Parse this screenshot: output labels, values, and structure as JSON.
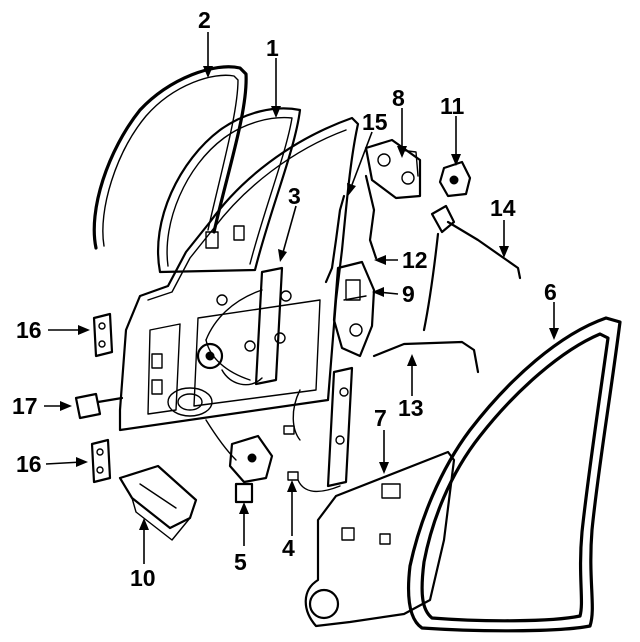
{
  "callouts": [
    {
      "id": "1",
      "label": "1"
    },
    {
      "id": "2",
      "label": "2"
    },
    {
      "id": "3",
      "label": "3"
    },
    {
      "id": "4",
      "label": "4"
    },
    {
      "id": "5",
      "label": "5"
    },
    {
      "id": "6",
      "label": "6"
    },
    {
      "id": "7",
      "label": "7"
    },
    {
      "id": "8",
      "label": "8"
    },
    {
      "id": "9",
      "label": "9"
    },
    {
      "id": "10",
      "label": "10"
    },
    {
      "id": "11",
      "label": "11"
    },
    {
      "id": "12",
      "label": "12"
    },
    {
      "id": "13",
      "label": "13"
    },
    {
      "id": "14",
      "label": "14"
    },
    {
      "id": "15",
      "label": "15"
    },
    {
      "id": "16a",
      "label": "16"
    },
    {
      "id": "16b",
      "label": "16"
    },
    {
      "id": "17",
      "label": "17"
    }
  ],
  "colors": {
    "line": "#000000",
    "background": "#ffffff"
  }
}
